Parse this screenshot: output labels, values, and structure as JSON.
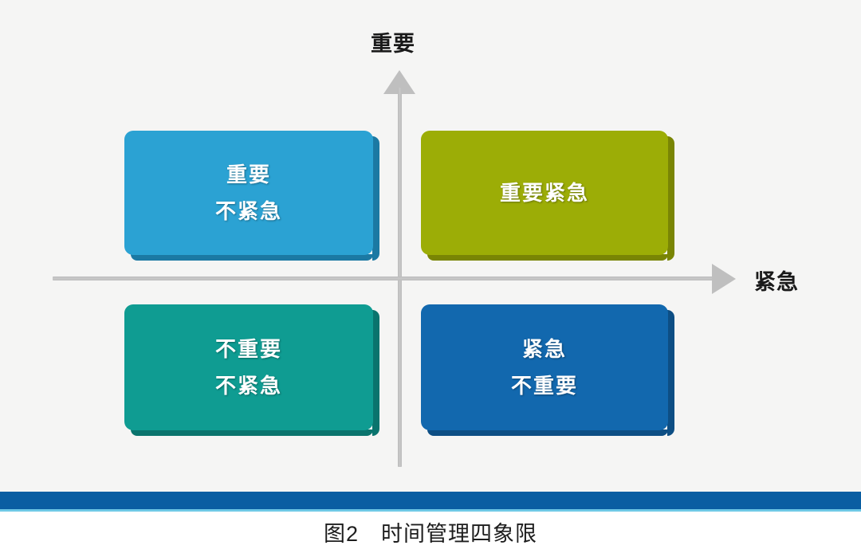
{
  "background": {
    "page_color": "#ffffff",
    "canvas_color": "#f5f5f4",
    "divider_color": "#0a5ea2",
    "divider_accent_color": "#6ec8e6"
  },
  "diagram": {
    "type": "2x2-matrix",
    "axes": {
      "vertical": {
        "label": "重要",
        "direction": "up",
        "color": "#bfbfbf"
      },
      "horizontal": {
        "label": "紧急",
        "direction": "right",
        "color": "#bfbfbf"
      }
    },
    "quadrants": [
      {
        "id": "important-not-urgent",
        "position": "top-left",
        "lines": [
          "重要",
          "不紧急"
        ],
        "fill": "#2ba2d3",
        "edge": "#1b79a3",
        "text_color": "#ffffff"
      },
      {
        "id": "important-urgent",
        "position": "top-right",
        "lines": [
          "重要紧急"
        ],
        "fill": "#9cad06",
        "edge": "#798504",
        "text_color": "#ffffff"
      },
      {
        "id": "not-important-not-urgent",
        "position": "bottom-left",
        "lines": [
          "不重要",
          "不紧急"
        ],
        "fill": "#0f9c92",
        "edge": "#0a746d",
        "text_color": "#ffffff"
      },
      {
        "id": "urgent-not-important",
        "position": "bottom-right",
        "lines": [
          "紧急",
          "不重要"
        ],
        "fill": "#1268ae",
        "edge": "#0d4e84",
        "text_color": "#ffffff"
      }
    ]
  },
  "caption": {
    "number": "图2",
    "title": "时间管理四象限",
    "full": "图2　时间管理四象限"
  }
}
